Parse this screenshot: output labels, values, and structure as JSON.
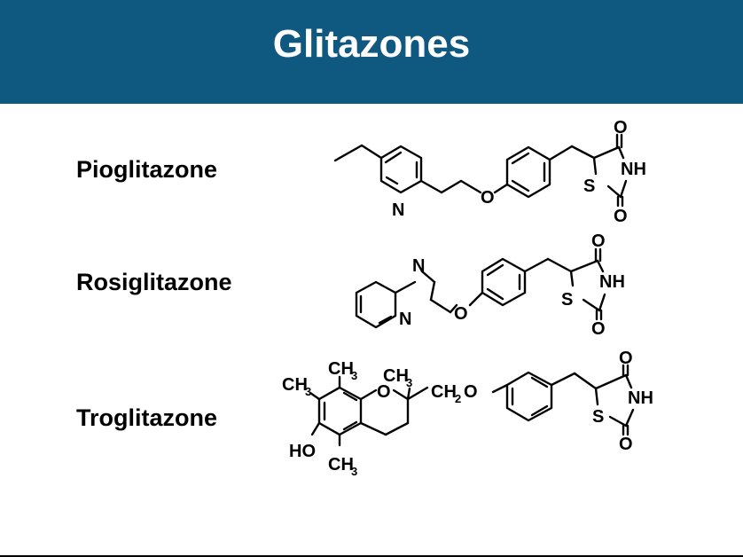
{
  "slide": {
    "title": "Glitazones"
  },
  "drugs": [
    {
      "name": "Pioglitazone",
      "atoms": {
        "N": "N",
        "O_ether": "O",
        "S": "S",
        "NH": "NH",
        "O_top": "O",
        "O_bottom": "O"
      }
    },
    {
      "name": "Rosiglitazone",
      "atoms": {
        "N_chain": "N",
        "N_ring": "N",
        "O_ether": "O",
        "S": "S",
        "NH": "NH",
        "O_top": "O",
        "O_bottom": "O"
      }
    },
    {
      "name": "Troglitazone",
      "atoms": {
        "CH3_a": "CH",
        "CH3_b": "CH",
        "CH3_c": "CH",
        "CH3_d": "CH",
        "sub3": "3",
        "O_ring": "O",
        "CH2O": "CH",
        "sub2": "2",
        "O_link": "O",
        "HO": "HO",
        "S": "S",
        "NH": "NH",
        "O_top": "O",
        "O_bottom": "O"
      }
    }
  ],
  "colors": {
    "header_bg": "#0f5880",
    "title_text": "#ffffff",
    "body_text": "#000000"
  }
}
